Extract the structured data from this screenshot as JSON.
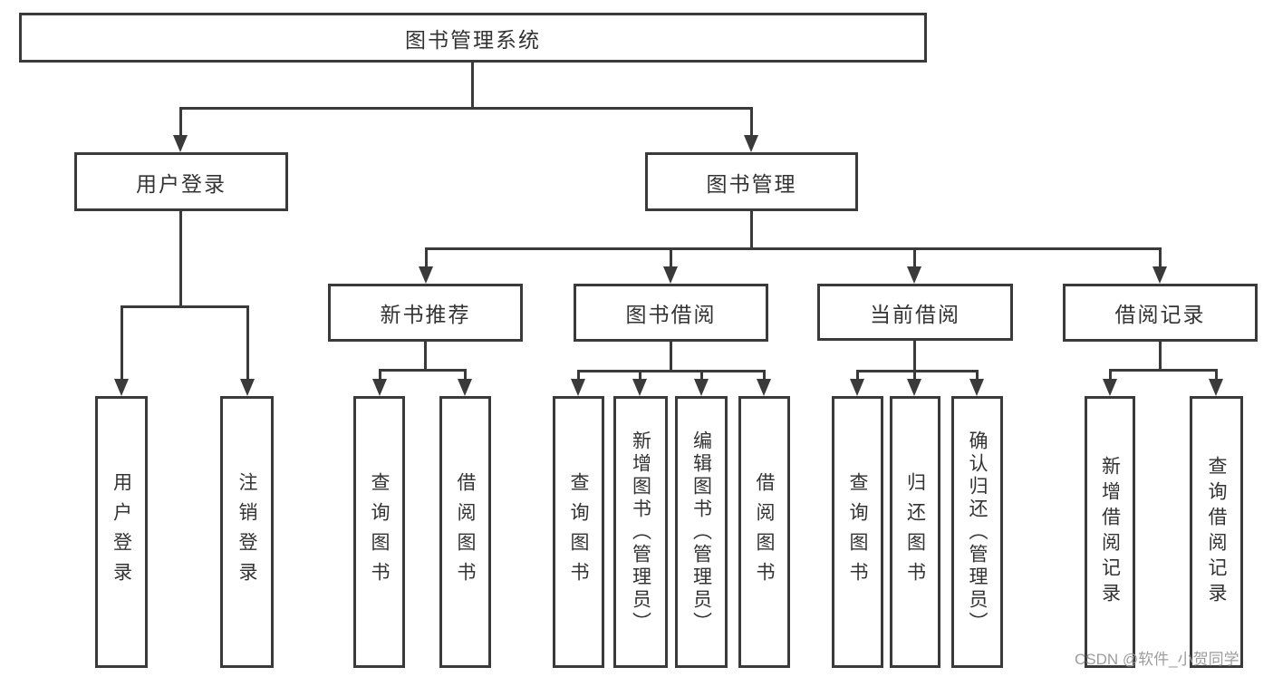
{
  "diagram": {
    "root": {
      "label": "图书管理系统"
    },
    "level2": [
      {
        "label": "用户登录"
      },
      {
        "label": "图书管理"
      }
    ],
    "level3": [
      {
        "label": "新书推荐"
      },
      {
        "label": "图书借阅"
      },
      {
        "label": "当前借阅"
      },
      {
        "label": "借阅记录"
      }
    ],
    "leaves": [
      {
        "label": "用户登录",
        "parent": "用户登录"
      },
      {
        "label": "注销登录",
        "parent": "用户登录"
      },
      {
        "label": "查询图书",
        "parent": "新书推荐"
      },
      {
        "label": "借阅图书",
        "parent": "新书推荐"
      },
      {
        "label": "查询图书",
        "parent": "图书借阅"
      },
      {
        "label": "新增图书（管理员）",
        "parent": "图书借阅"
      },
      {
        "label": "编辑图书（管理员）",
        "parent": "图书借阅"
      },
      {
        "label": "借阅图书",
        "parent": "图书借阅"
      },
      {
        "label": "查询图书",
        "parent": "当前借阅"
      },
      {
        "label": "归还图书",
        "parent": "当前借阅"
      },
      {
        "label": "确认归还（管理员）",
        "parent": "当前借阅"
      },
      {
        "label": "新增借阅记录",
        "parent": "借阅记录"
      },
      {
        "label": "查询借阅记录",
        "parent": "借阅记录"
      }
    ],
    "watermark": "CSDN @软件_小贺同学",
    "colors": {
      "line": "#3a3a3a",
      "text": "#333333",
      "watermark": "#9d9d9d",
      "background": "#ffffff"
    }
  }
}
